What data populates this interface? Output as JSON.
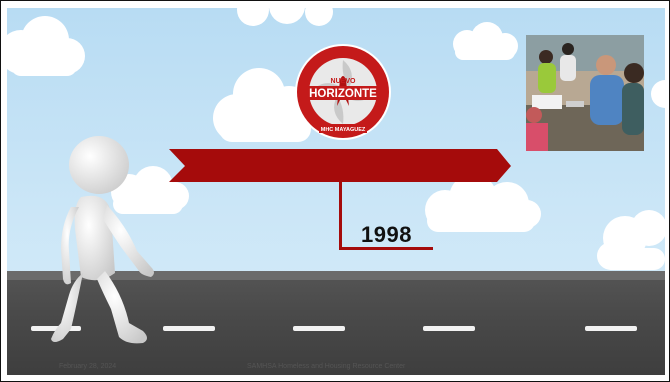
{
  "slide": {
    "year": "1998",
    "logo": {
      "top_text": "NUEVO",
      "main_text": "HORIZONTE",
      "bottom_text": "MHC MAYAGUEZ"
    },
    "footer": {
      "date": "February 28, 2024",
      "organization": "SAMHSA Homeless and Housing Resource Center"
    },
    "colors": {
      "timeline_red": "#a50b0b",
      "road": "#4a4a4a",
      "sky": "#c6e3f6"
    },
    "images": {
      "photo": "group-meeting-photo",
      "walker": "3d-walking-figure"
    }
  }
}
